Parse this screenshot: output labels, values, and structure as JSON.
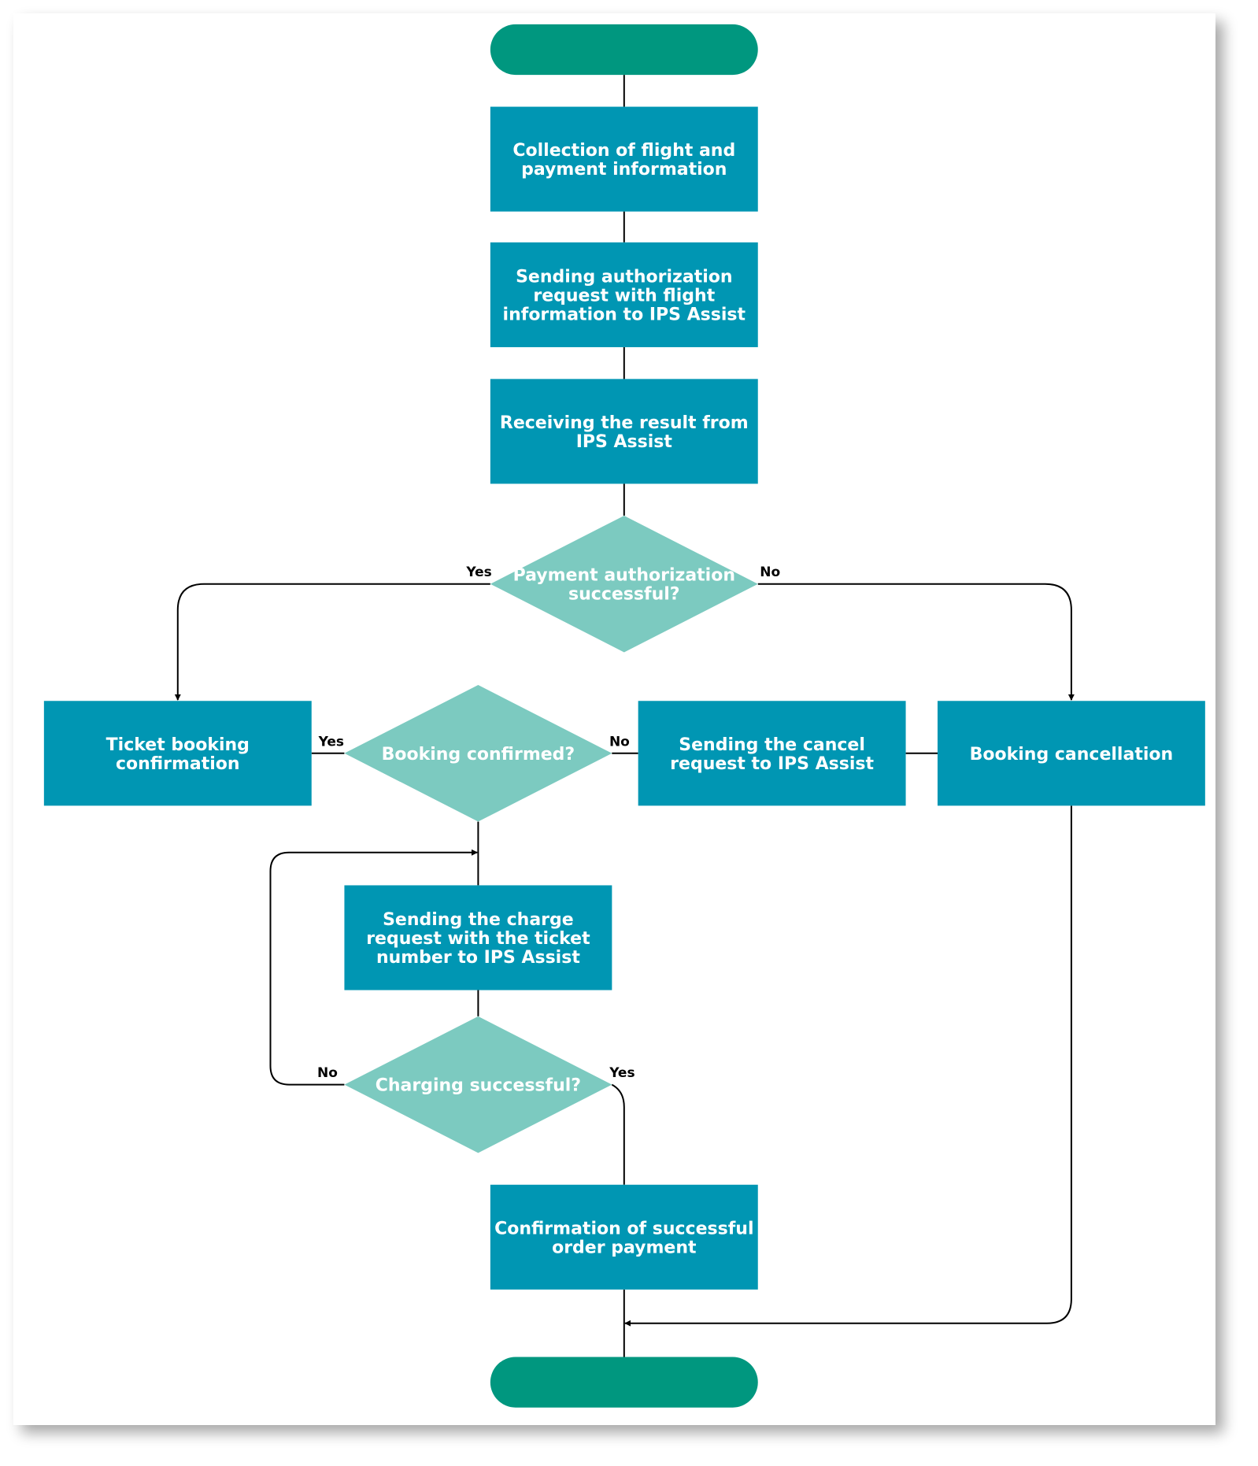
{
  "colors": {
    "terminal": "#00977f",
    "process": "#0096b3",
    "decision": "#7ccac0",
    "line": "#000000",
    "page": "#ffffff"
  },
  "nodes": {
    "start": {
      "lines": []
    },
    "collect": {
      "lines": [
        "Collection of flight and",
        "payment information"
      ]
    },
    "send_auth": {
      "lines": [
        "Sending authorization",
        "request with flight",
        "information to IPS Assist"
      ]
    },
    "receive": {
      "lines": [
        "Receiving the result from",
        "IPS Assist"
      ]
    },
    "auth_ok": {
      "lines": [
        "Payment authorization",
        "successful?"
      ]
    },
    "ticket": {
      "lines": [
        "Ticket booking",
        "confirmation"
      ]
    },
    "booked": {
      "lines": [
        "Booking confirmed?"
      ]
    },
    "cancel_req": {
      "lines": [
        "Sending the cancel",
        "request to IPS Assist"
      ]
    },
    "cancel": {
      "lines": [
        "Booking cancellation"
      ]
    },
    "charge_req": {
      "lines": [
        "Sending the charge",
        "request with the ticket",
        "number to IPS Assist"
      ]
    },
    "charged": {
      "lines": [
        "Charging successful?"
      ]
    },
    "confirm": {
      "lines": [
        "Confirmation of successful",
        "order payment"
      ]
    },
    "end": {
      "lines": []
    }
  },
  "edge_labels": {
    "auth_yes": "Yes",
    "auth_no": "No",
    "booked_yes": "Yes",
    "booked_no": "No",
    "charged_no": "No",
    "charged_yes": "Yes"
  }
}
